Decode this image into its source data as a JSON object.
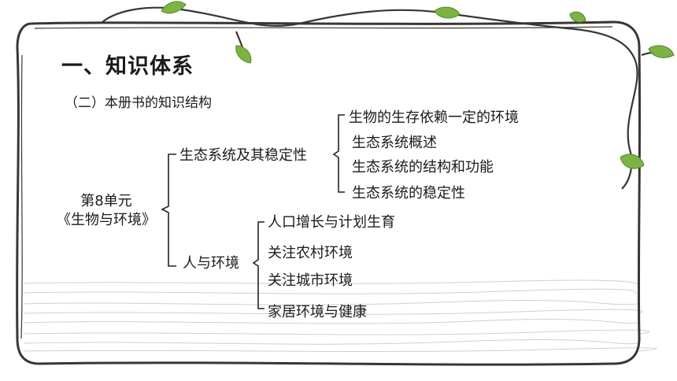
{
  "slide": {
    "title": "一、知识体系",
    "subtitle": "（二）本册书的知识结构"
  },
  "tree": {
    "root_line1": "第8单元",
    "root_line2": "《生物与环境》",
    "branch1": {
      "label": "生态系统及其稳定性",
      "children": [
        "生物的生存依赖一定的环境",
        "生态系统概述",
        "生态系统的结构和功能",
        "生态系统的稳定性"
      ]
    },
    "branch2": {
      "label": "人与环境",
      "children": [
        "人口增长与计划生育",
        "关注农村环境",
        "关注城市环境",
        "家居环境与健康"
      ]
    }
  },
  "colors": {
    "frame": "#3a3636",
    "vine": "#3b3434",
    "leaf": "#7cb342",
    "leaf_dark": "#4e8a2a",
    "wood_lines": "#c9c9c9"
  }
}
